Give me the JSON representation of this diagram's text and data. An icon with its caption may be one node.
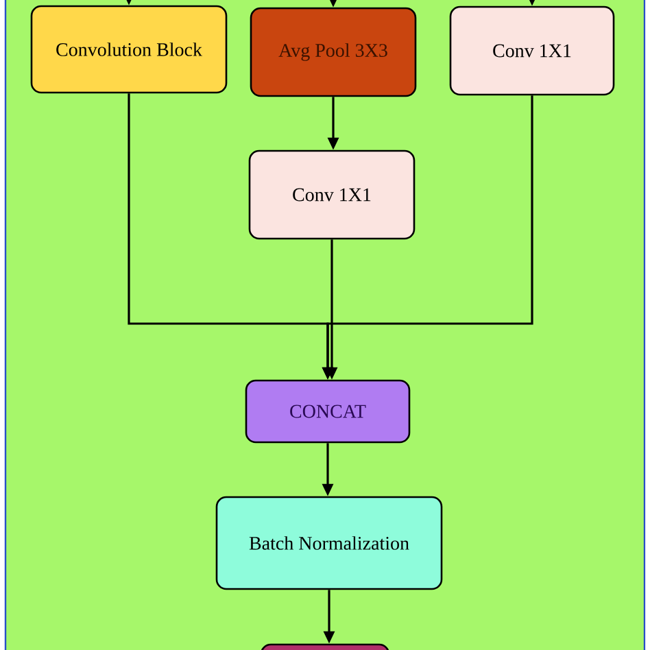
{
  "diagram": {
    "nodes": [
      {
        "text": [
          "Convolution Block"
        ]
      },
      {
        "text": [
          "Avg Pool 3X3"
        ]
      },
      {
        "text": [
          "Conv 1X1"
        ]
      },
      {
        "text": [
          "Conv 1X1"
        ]
      },
      {
        "text": [
          "CONCAT"
        ]
      },
      {
        "text": [
          "Batch Normalization"
        ]
      },
      {
        "text": [],
        "shape": "box"
      }
    ],
    "edges": [
      {
        "from": null,
        "to": 0,
        "arrow": "to"
      },
      {
        "from": null,
        "to": 1,
        "arrow": "to"
      },
      {
        "from": null,
        "to": 2,
        "arrow": "to"
      },
      {
        "from": 1,
        "to": 3,
        "arrow": "to"
      },
      {
        "from": 0,
        "to": 4,
        "arrow": "to"
      },
      {
        "from": 3,
        "to": 4,
        "arrow": "to"
      },
      {
        "from": 2,
        "to": 4,
        "arrow": "to"
      },
      {
        "from": 4,
        "to": 5,
        "arrow": "to"
      },
      {
        "from": 5,
        "to": 6,
        "arrow": "to"
      }
    ]
  }
}
